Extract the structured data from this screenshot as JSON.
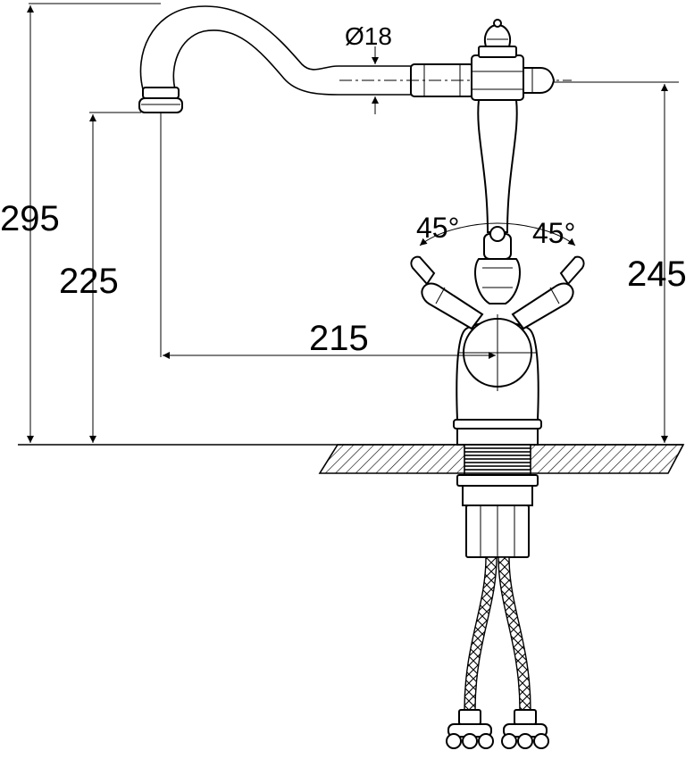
{
  "drawing": {
    "subject": "faucet-dimension-drawing",
    "dimensions": {
      "total_height": "295",
      "spout_height": "225",
      "body_height": "245",
      "spout_reach": "215",
      "spout_diameter": "Ø18",
      "handle_angle_left": "45°",
      "handle_angle_right": "45°"
    },
    "colors": {
      "line": "#000000",
      "background": "#ffffff"
    }
  }
}
